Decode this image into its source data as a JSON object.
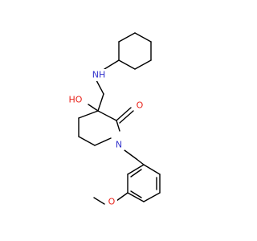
{
  "colors": {
    "background": "#ffffff",
    "bond": "#000000",
    "nitrogen": "#3333cc",
    "oxygen": "#e8231b"
  },
  "atoms": {
    "nh": "NH",
    "ho": "HO",
    "n_ring": "N",
    "o_carbonyl": "O",
    "o_methoxy": "O"
  }
}
